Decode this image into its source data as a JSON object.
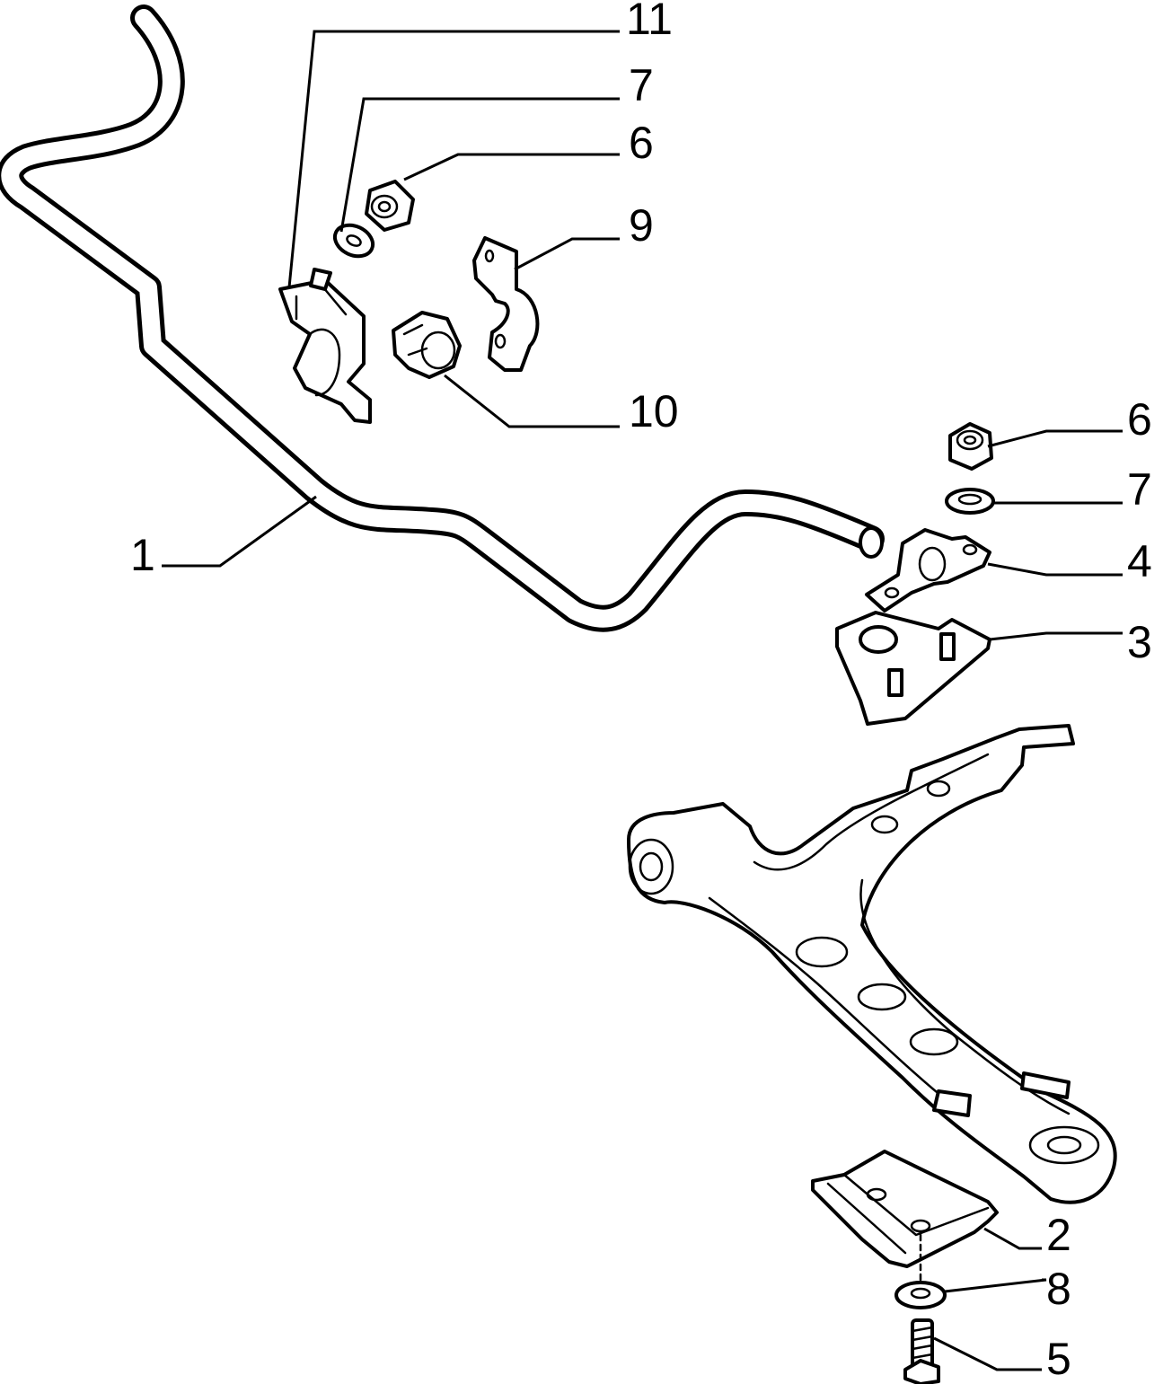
{
  "callouts": {
    "c1": "1",
    "c2": "2",
    "c3": "3",
    "c4": "4",
    "c5": "5",
    "c6a": "6",
    "c6b": "6",
    "c7a": "7",
    "c7b": "7",
    "c8": "8",
    "c9": "9",
    "c10": "10",
    "c11": "11"
  },
  "colors": {
    "ink": "#000000",
    "background": "#ffffff"
  }
}
